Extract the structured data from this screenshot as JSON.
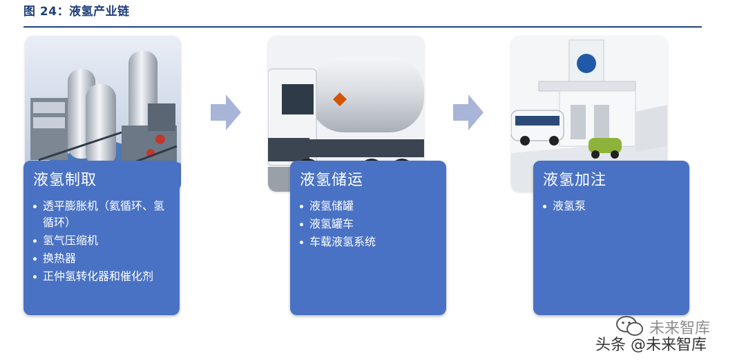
{
  "figure": {
    "title": "图 24：液氢产业链"
  },
  "stages": [
    {
      "title": "液氢制取",
      "items": [
        "透平膨胀机（氦循环、氢循环）",
        "氢气压缩机",
        "换热器",
        "正仲氢转化器和催化剂"
      ],
      "photo": "hydrogen-liquefaction-plant"
    },
    {
      "title": "液氢储运",
      "items": [
        "液氢储罐",
        "液氢罐车",
        "车载液氢系统"
      ],
      "photo": "liquid-hydrogen-tanker-truck"
    },
    {
      "title": "液氢加注",
      "items": [
        "液氢泵"
      ],
      "photo": "hydrogen-refueling-station"
    }
  ],
  "watermark": {
    "brand": "未来智库",
    "credit": "头条 @未来智库"
  },
  "colors": {
    "card": "#4a72c4",
    "title": "#1f3f7a",
    "arrow": "#a8b4d8"
  }
}
